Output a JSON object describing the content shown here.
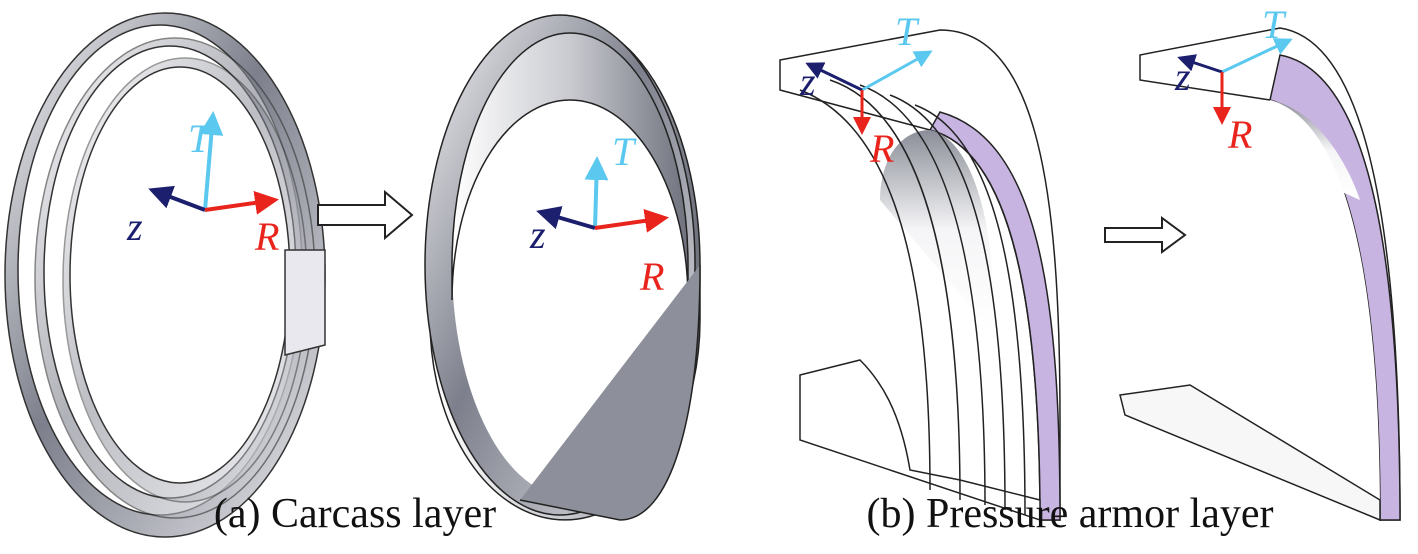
{
  "captions": {
    "a": "(a) Carcass layer",
    "b": "(b) Pressure armor layer"
  },
  "axis_labels": {
    "T": "T",
    "z": "z",
    "R": "R"
  },
  "colors": {
    "T": "#5bc8ef",
    "z": "#1b1f6e",
    "R": "#e8241c",
    "armor_edge": "#c8b4e0",
    "steel": "#8a8f9a"
  }
}
